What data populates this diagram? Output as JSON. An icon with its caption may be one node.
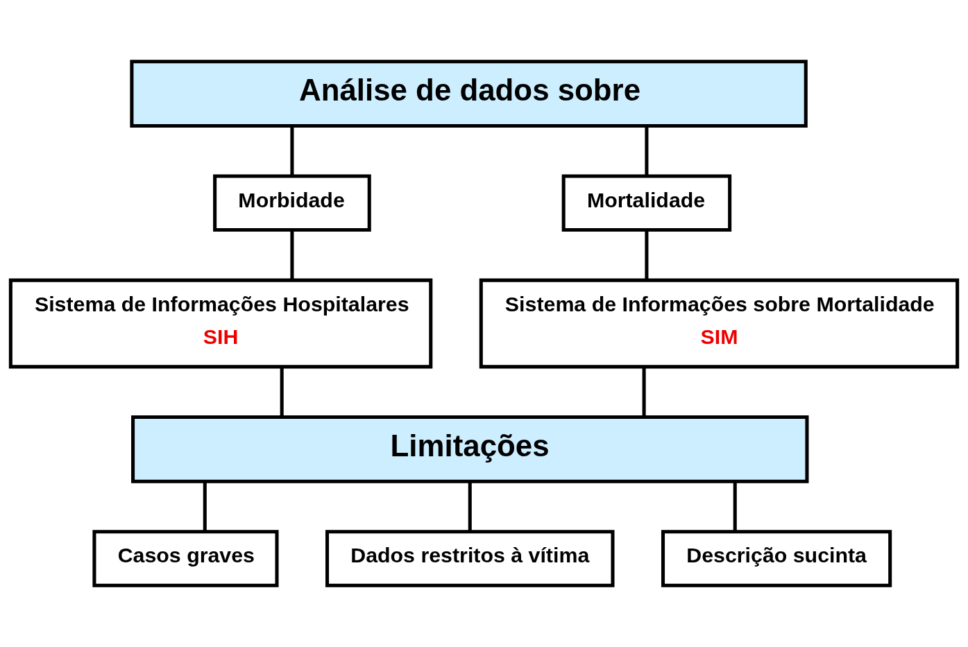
{
  "diagram": {
    "nodes": [
      {
        "text": [
          "Análise de dados sobre"
        ]
      },
      {
        "text": [
          "Morbidade"
        ]
      },
      {
        "text": [
          "Mortalidade"
        ]
      },
      {
        "text": [
          "Sistema de Informações Hospitalares",
          "SIH"
        ]
      },
      {
        "text": [
          "Sistema de Informações sobre Mortalidade",
          "SIM"
        ]
      },
      {
        "text": [
          "Limitações"
        ]
      },
      {
        "text": [
          "Casos graves"
        ]
      },
      {
        "text": [
          "Dados restritos à vítima"
        ]
      },
      {
        "text": [
          "Descrição sucinta"
        ]
      }
    ],
    "edges": [
      {
        "from": 0,
        "to": 1,
        "arrow": "none"
      },
      {
        "from": 0,
        "to": 2,
        "arrow": "none"
      },
      {
        "from": 1,
        "to": 3,
        "arrow": "none"
      },
      {
        "from": 2,
        "to": 4,
        "arrow": "none"
      },
      {
        "from": 3,
        "to": 5,
        "arrow": "none"
      },
      {
        "from": 4,
        "to": 5,
        "arrow": "none"
      },
      {
        "from": 5,
        "to": 6,
        "arrow": "none"
      },
      {
        "from": 5,
        "to": 7,
        "arrow": "none"
      },
      {
        "from": 5,
        "to": 8,
        "arrow": "none"
      }
    ]
  }
}
